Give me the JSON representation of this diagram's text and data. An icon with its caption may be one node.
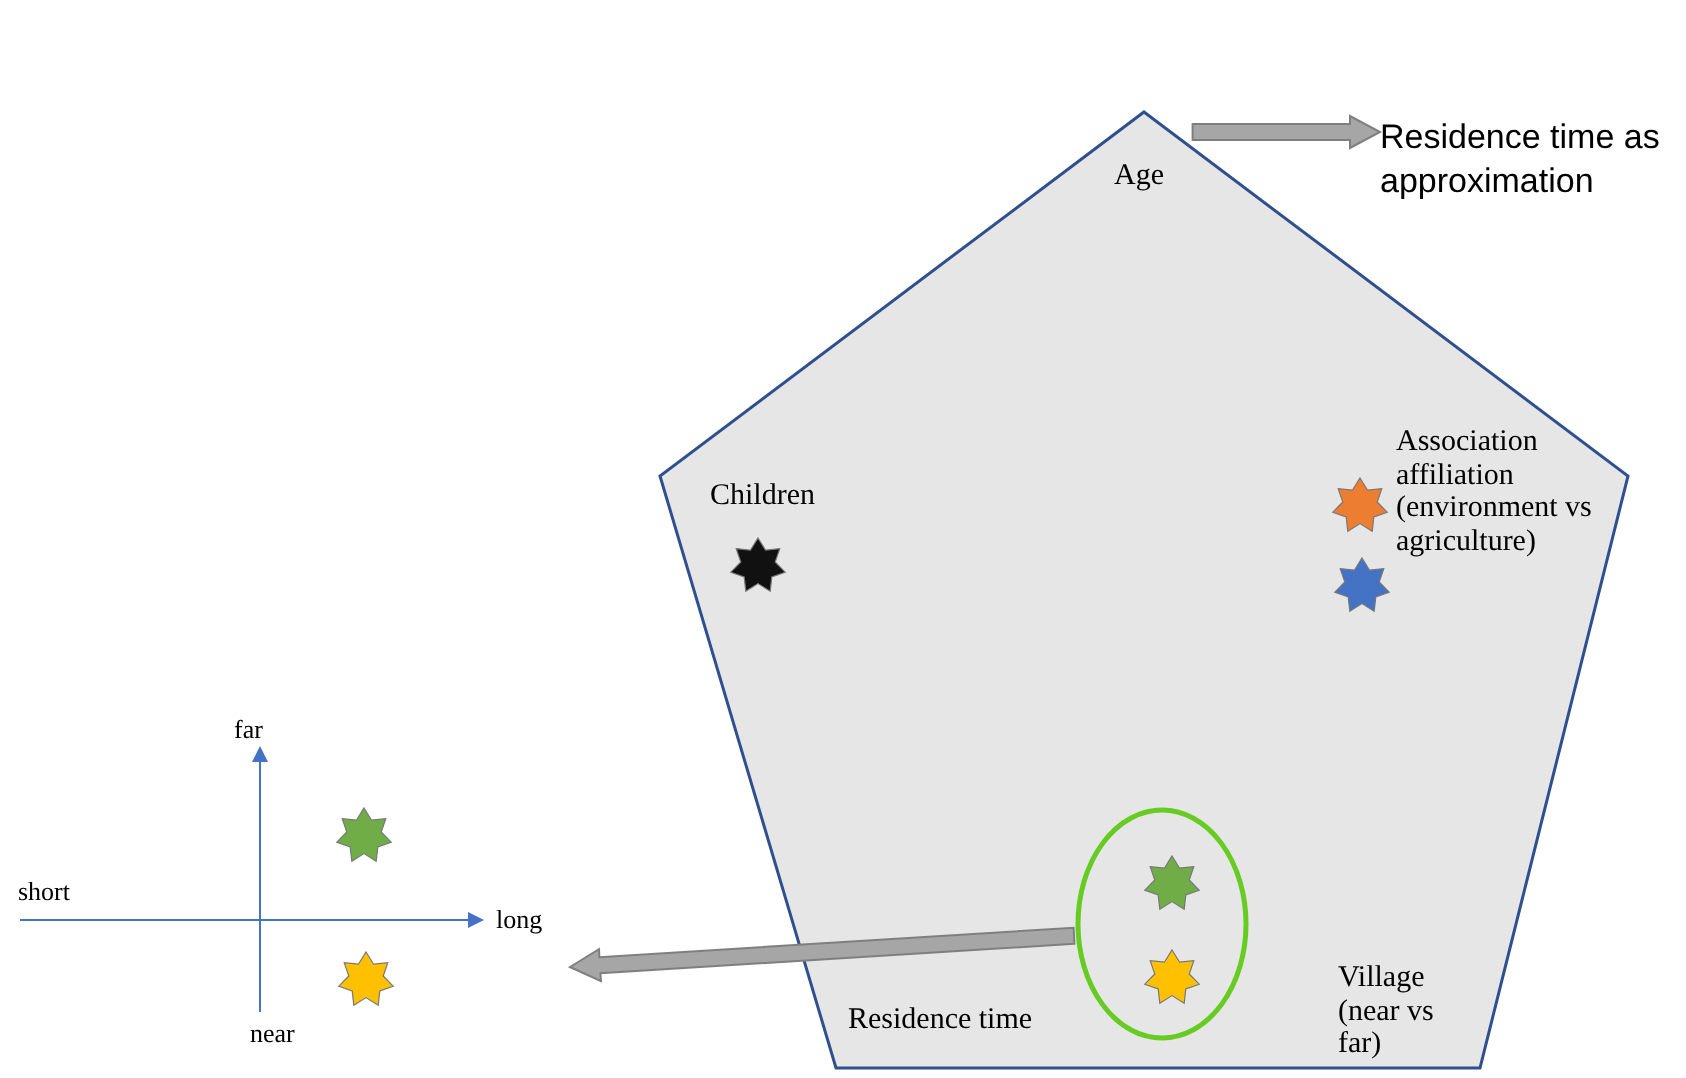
{
  "diagram": {
    "nodes": [
      {
        "text": [
          "Age",
          "Children",
          "Association affiliation (environment vs agriculture)",
          "Residence time",
          "Village (near vs far)"
        ]
      },
      {
        "text": [
          "Residence time as approximation"
        ]
      },
      {
        "text": [],
        "shape": "star",
        "in": 0
      },
      {
        "text": [],
        "shape": "star",
        "in": 0
      },
      {
        "text": [],
        "shape": "star",
        "in": 0
      },
      {
        "text": [],
        "shape": "picture"
      },
      {
        "text": [],
        "shape": "star",
        "in": 5
      },
      {
        "text": [],
        "shape": "circle",
        "in": 0
      },
      {
        "text": [],
        "shape": "star",
        "in": 7
      },
      {
        "text": [],
        "shape": "star",
        "in": 7
      },
      {
        "text": [],
        "shape": "star",
        "in": 5
      }
    ],
    "edges": [
      {
        "from": 0,
        "to": 1,
        "arrow": "to"
      },
      {
        "from": 7,
        "to": 5,
        "arrow": "to"
      }
    ],
    "labels": [
      "far",
      "short",
      "long",
      "near"
    ]
  }
}
